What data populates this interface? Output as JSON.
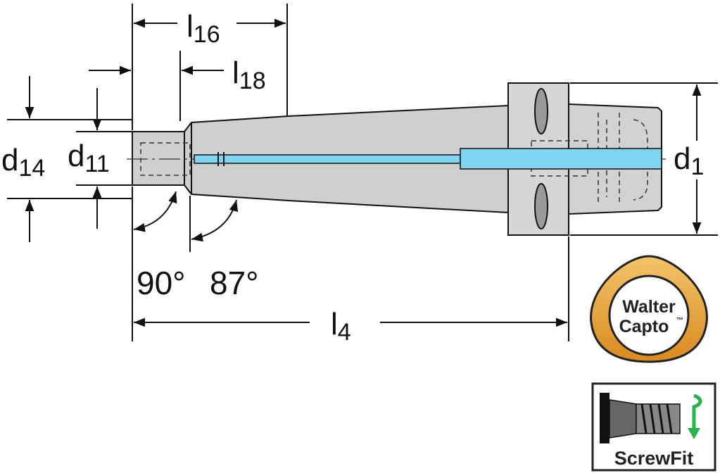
{
  "dimensions": {
    "l16": {
      "main": "l",
      "sub": "16"
    },
    "l18": {
      "main": "l",
      "sub": "18"
    },
    "l4": {
      "main": "l",
      "sub": "4"
    },
    "d14": {
      "main": "d",
      "sub": "14"
    },
    "d11": {
      "main": "d",
      "sub": "11"
    },
    "d1": {
      "main": "d",
      "sub": "1"
    }
  },
  "angles": {
    "a90": "90°",
    "a87": "87°"
  },
  "badges": {
    "walter_capto_line1": "Walter",
    "walter_capto_line2": "Capto",
    "walter_capto_tm": "™",
    "screwfit": "ScrewFit"
  },
  "colors": {
    "coolant": "#7fd6f0",
    "body": "#d0d0d0",
    "badge_gold": "#e8a53c",
    "arrow_green": "#2bb34a"
  }
}
